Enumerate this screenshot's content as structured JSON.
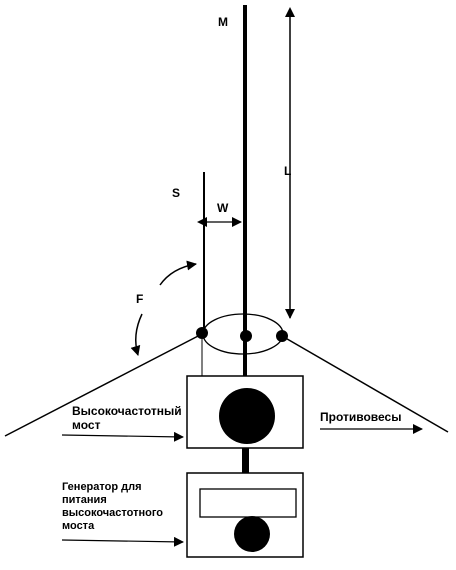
{
  "labels": {
    "mast": "M",
    "length": "L",
    "short_element": "S",
    "width": "W",
    "f": "F",
    "bridge_line1": "Высокочастотный",
    "bridge_line2": "мост",
    "counterpoise": "Противовесы",
    "gen_line1": "Генератор для",
    "gen_line2": "питания",
    "gen_line3": "высокочастотного",
    "gen_line4": "моста"
  },
  "colors": {
    "ink": "#000000",
    "background": "#ffffff"
  }
}
